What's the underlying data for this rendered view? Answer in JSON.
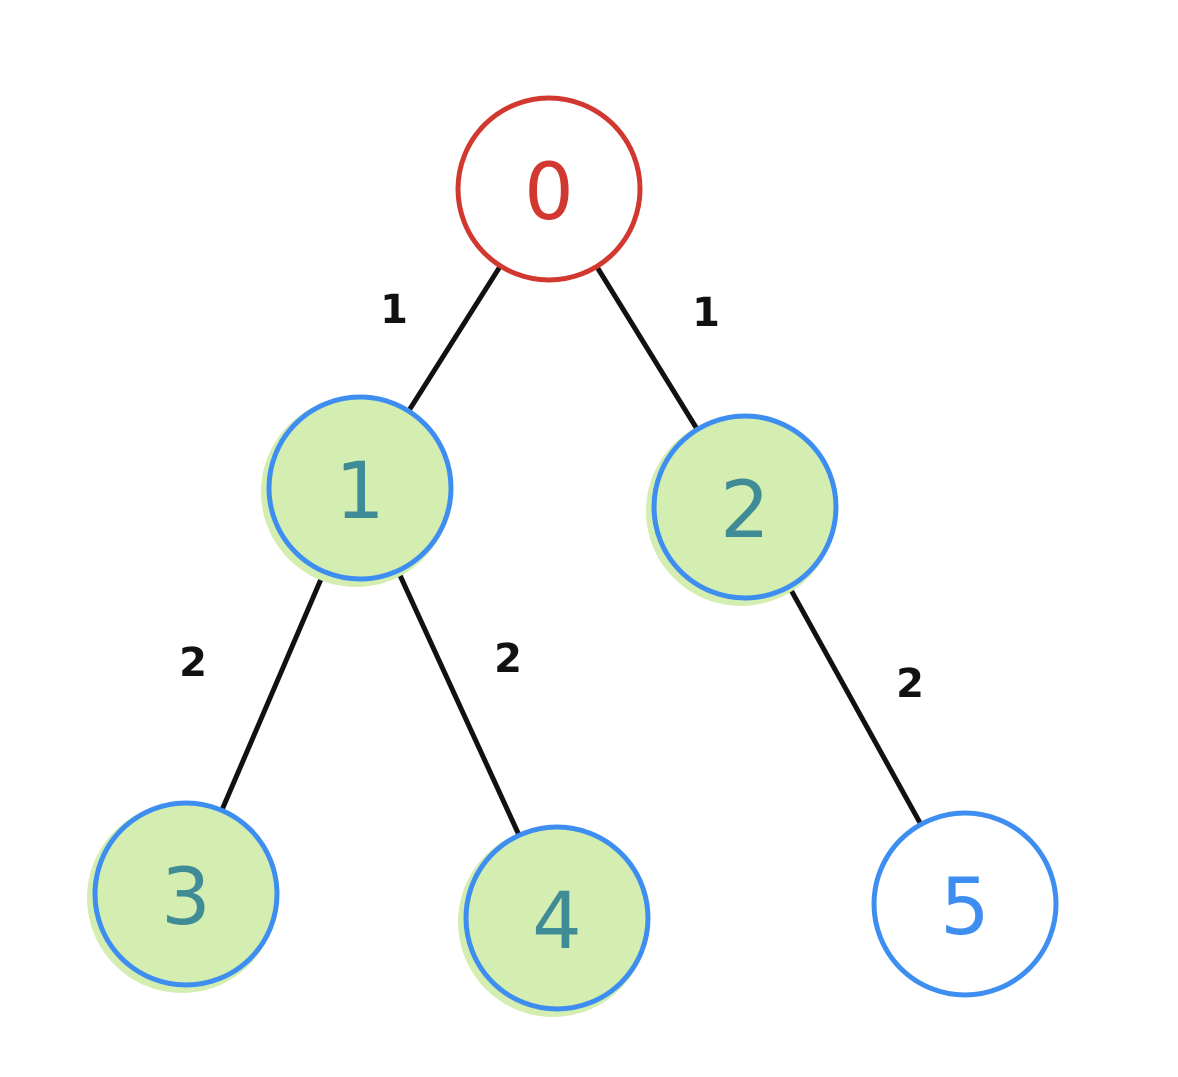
{
  "colors": {
    "root_stroke": "#d1382f",
    "node_stroke": "#3d8ef0",
    "node_fill_visited": "#d4edb0",
    "label_visited": "#3f8c96",
    "label_unvisited": "#3d8ef0",
    "edge": "#111111"
  },
  "nodes": [
    {
      "id": "0",
      "label": "0",
      "style": "root"
    },
    {
      "id": "1",
      "label": "1",
      "style": "visited"
    },
    {
      "id": "2",
      "label": "2",
      "style": "visited"
    },
    {
      "id": "3",
      "label": "3",
      "style": "visited"
    },
    {
      "id": "4",
      "label": "4",
      "style": "visited"
    },
    {
      "id": "5",
      "label": "5",
      "style": "unvisited"
    }
  ],
  "edges": [
    {
      "from": "0",
      "to": "1",
      "label": "1"
    },
    {
      "from": "0",
      "to": "2",
      "label": "1"
    },
    {
      "from": "1",
      "to": "3",
      "label": "2"
    },
    {
      "from": "1",
      "to": "4",
      "label": "2"
    },
    {
      "from": "2",
      "to": "5",
      "label": "2"
    }
  ]
}
